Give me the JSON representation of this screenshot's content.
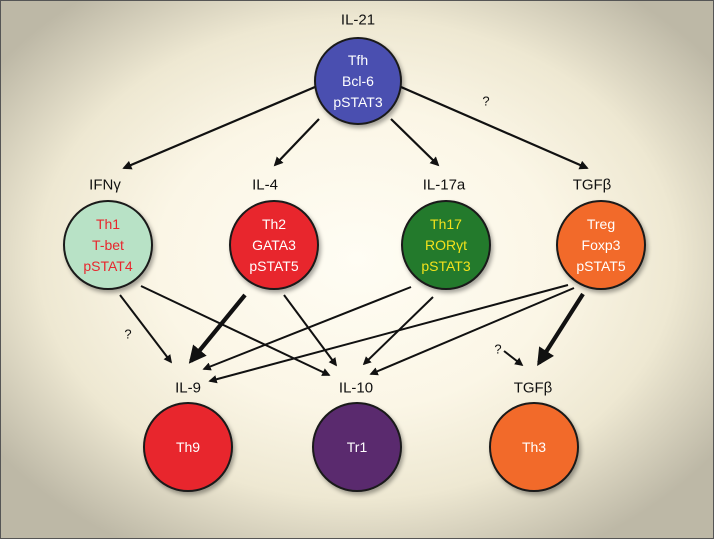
{
  "top": {
    "label": "IL-21",
    "lines": [
      "Tfh",
      "Bcl-6",
      "pSTAT3"
    ],
    "color": "#4a4fb0",
    "text_color": "#ffffff"
  },
  "middle": [
    {
      "label": "IFNγ",
      "lines": [
        "Th1",
        "T-bet",
        "pSTAT4"
      ],
      "color": "#b8e2c6",
      "text_color": "#e8262d"
    },
    {
      "label": "IL-4",
      "lines": [
        "Th2",
        "GATA3",
        "pSTAT5"
      ],
      "color": "#e8262d",
      "text_color": "#ffffff"
    },
    {
      "label": "IL-17a",
      "lines": [
        "Th17",
        "RORγt",
        "pSTAT3"
      ],
      "color": "#237a2c",
      "text_color": "#f2e21c"
    },
    {
      "label": "TGFβ",
      "lines": [
        "Treg",
        "Foxp3",
        "pSTAT5"
      ],
      "color": "#f26a2a",
      "text_color": "#ffffff"
    }
  ],
  "bottom": [
    {
      "label": "IL-9",
      "lines": [
        "Th9"
      ],
      "color": "#e8262d",
      "text_color": "#ffffff"
    },
    {
      "label": "IL-10",
      "lines": [
        "Tr1"
      ],
      "color": "#5a2a6e",
      "text_color": "#ffffff"
    },
    {
      "label": "TGFβ",
      "lines": [
        "Th3"
      ],
      "color": "#f26a2a",
      "text_color": "#ffffff"
    }
  ],
  "question_mark": "?"
}
